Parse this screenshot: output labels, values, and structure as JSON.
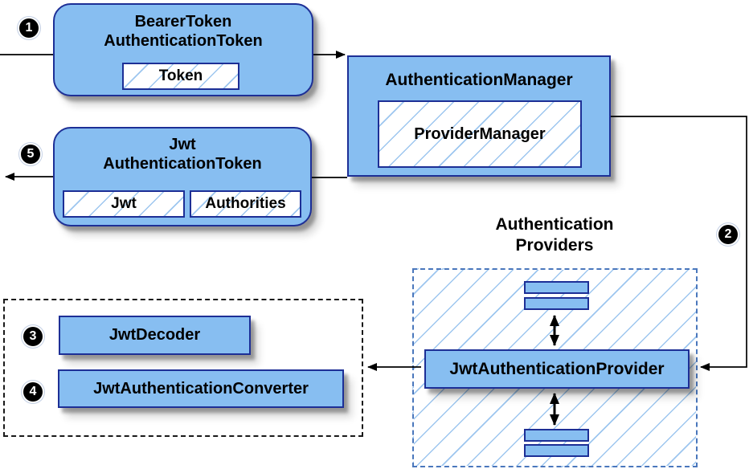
{
  "colors": {
    "node_fill": "#87BEF1",
    "node_border": "#1D2F96",
    "hatch_line": "#9DC6EF",
    "providers_border": "#4A77BC",
    "wire": "#000000"
  },
  "nodes": {
    "bearer_token": {
      "line1": "BearerToken",
      "line2": "AuthenticationToken",
      "chip": "Token"
    },
    "authentication_manager": {
      "title": "AuthenticationManager",
      "chip": "ProviderManager"
    },
    "jwt_token": {
      "line1": "Jwt",
      "line2": "AuthenticationToken",
      "chip1": "Jwt",
      "chip2": "Authorities"
    },
    "providers_group": {
      "line1": "Authentication",
      "line2": "Providers"
    },
    "jwt_authentication_provider": {
      "title": "JwtAuthenticationProvider"
    },
    "jwt_decoder": {
      "title": "JwtDecoder"
    },
    "jwt_authentication_converter": {
      "title": "JwtAuthenticationConverter"
    }
  },
  "badges": {
    "step1": "1",
    "step2": "2",
    "step3": "3",
    "step4": "4",
    "step5": "5"
  }
}
